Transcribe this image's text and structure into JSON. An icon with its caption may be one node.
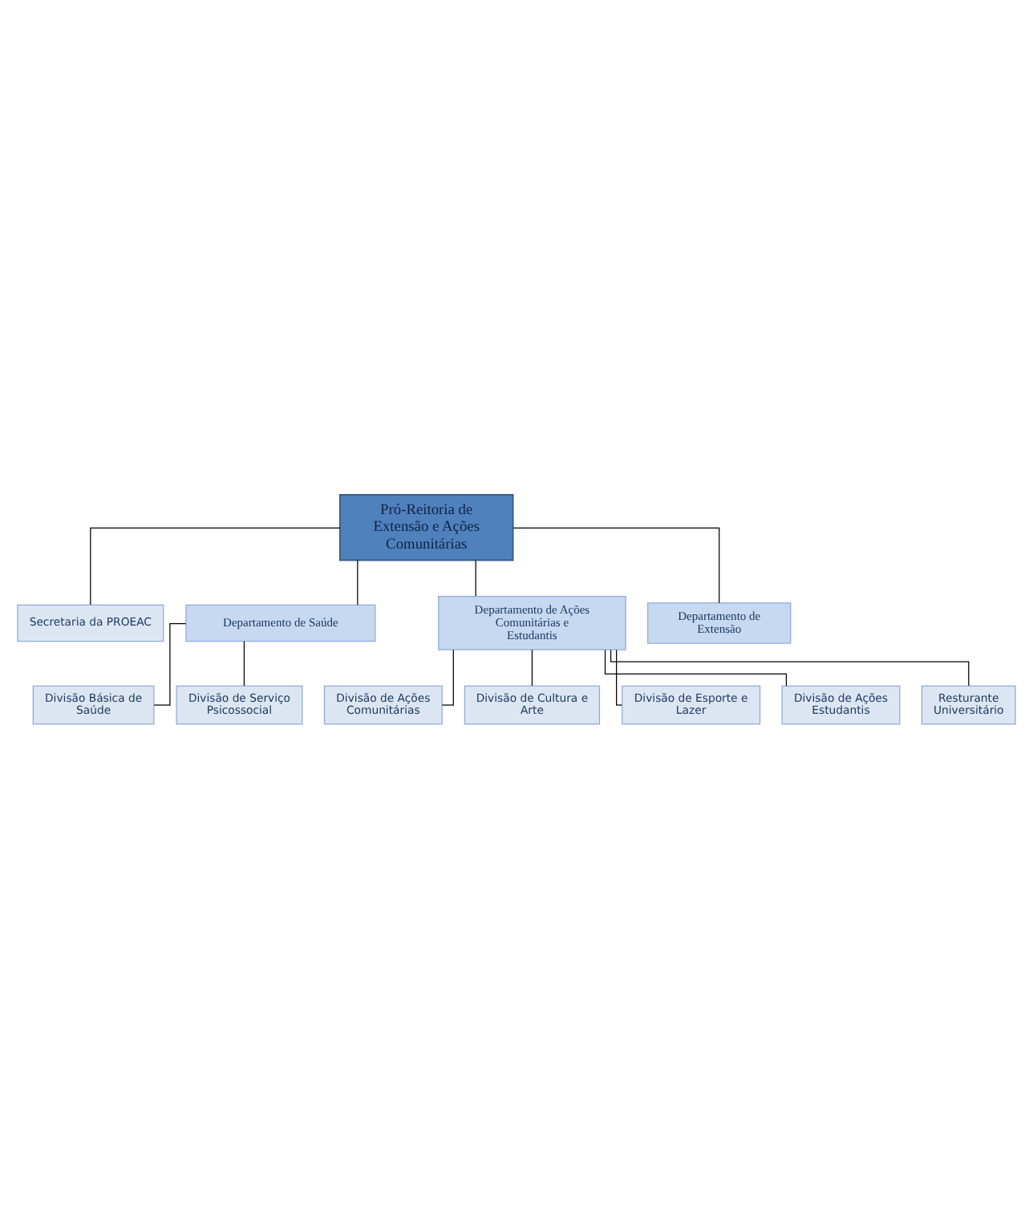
{
  "diagram": {
    "nodes": [
      {
        "text": [
          "Pró-Reitoria de Extensão e Ações Comunitárias"
        ]
      },
      {
        "text": [
          "Secretaria da PROEAC"
        ]
      },
      {
        "text": [
          "Departamento de Saúde"
        ]
      },
      {
        "text": [
          "Departamento de Ações Comunitárias e Estudantis"
        ]
      },
      {
        "text": [
          "Departamento de Extensão"
        ]
      },
      {
        "text": [
          "Divisão Básica de Saúde"
        ]
      },
      {
        "text": [
          "Divisão de Serviço Psicossocial"
        ]
      },
      {
        "text": [
          "Divisão de Ações Comunitárias"
        ]
      },
      {
        "text": [
          "Divisão de Cultura e Arte"
        ]
      },
      {
        "text": [
          "Divisão de Esporte e Lazer"
        ]
      },
      {
        "text": [
          "Divisão de Ações Estudantis"
        ]
      },
      {
        "text": [
          "Resturante Universitário"
        ]
      }
    ],
    "edges": [
      {
        "from": 0,
        "to": 1,
        "arrow": "none"
      },
      {
        "from": 0,
        "to": 2,
        "arrow": "none"
      },
      {
        "from": 0,
        "to": 3,
        "arrow": "none"
      },
      {
        "from": 0,
        "to": 4,
        "arrow": "none"
      },
      {
        "from": 2,
        "to": 5,
        "arrow": "none"
      },
      {
        "from": 2,
        "to": 6,
        "arrow": "none"
      },
      {
        "from": 3,
        "to": 7,
        "arrow": "none"
      },
      {
        "from": 3,
        "to": 8,
        "arrow": "none"
      },
      {
        "from": 3,
        "to": 9,
        "arrow": "none"
      },
      {
        "from": 3,
        "to": 10,
        "arrow": "none"
      },
      {
        "from": 3,
        "to": 11,
        "arrow": "none"
      }
    ]
  }
}
